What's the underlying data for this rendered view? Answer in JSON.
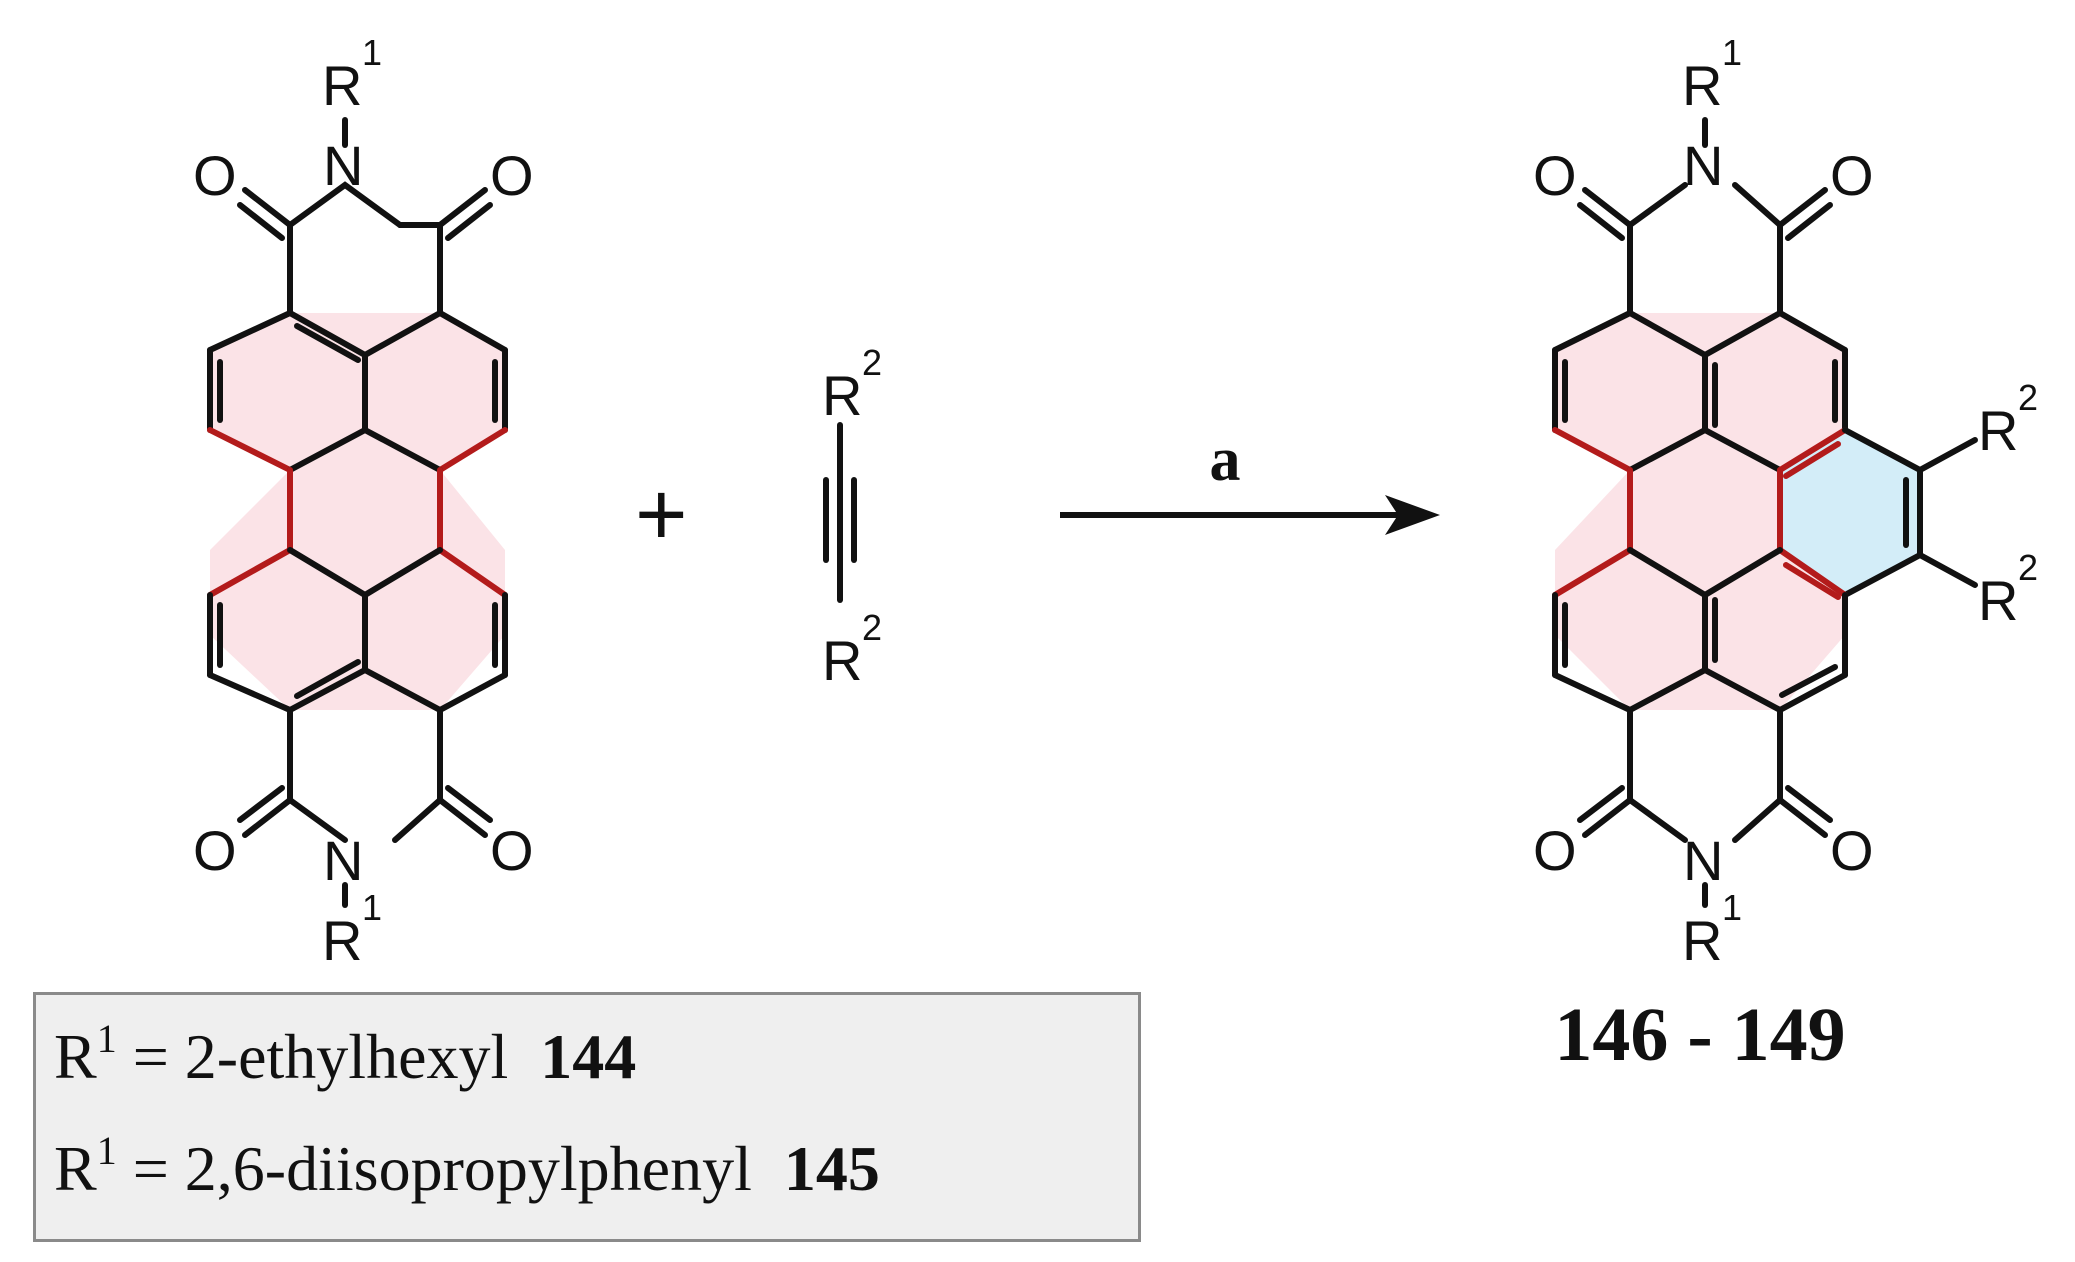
{
  "reactant": {
    "r1_top": "R",
    "r1_top_sup": "1",
    "n_top": "N",
    "o_tl": "O",
    "o_tr": "O",
    "o_bl": "O",
    "o_br": "O",
    "n_bot": "N",
    "r1_bot": "R",
    "r1_bot_sup": "1"
  },
  "plus_sign": "+",
  "alkyne": {
    "r2_top": "R",
    "r2_top_sup": "2",
    "r2_bot": "R",
    "r2_bot_sup": "2"
  },
  "arrow": {
    "reagent": "a"
  },
  "product": {
    "r1_top": "R",
    "r1_top_sup": "1",
    "n_top": "N",
    "o_tl": "O",
    "o_tr": "O",
    "o_bl": "O",
    "o_br": "O",
    "n_bot": "N",
    "r1_bot": "R",
    "r1_bot_sup": "1",
    "r2_a": "R",
    "r2_a_sup": "2",
    "r2_b": "R",
    "r2_b_sup": "2",
    "label": "146 - 149"
  },
  "legend": {
    "rows": [
      {
        "prefix": "R",
        "sup": "1",
        "text": " = 2-ethylhexyl  ",
        "compound": "144"
      },
      {
        "prefix": "R",
        "sup": "1",
        "text": " = 2,6-diisopropylphenyl  ",
        "compound": "145"
      }
    ]
  },
  "colors": {
    "perylene_fill": "#fbe3e7",
    "perylene_bond": "#b31b1b",
    "new_ring_fill": "#d3edf8",
    "bond": "#111111"
  }
}
